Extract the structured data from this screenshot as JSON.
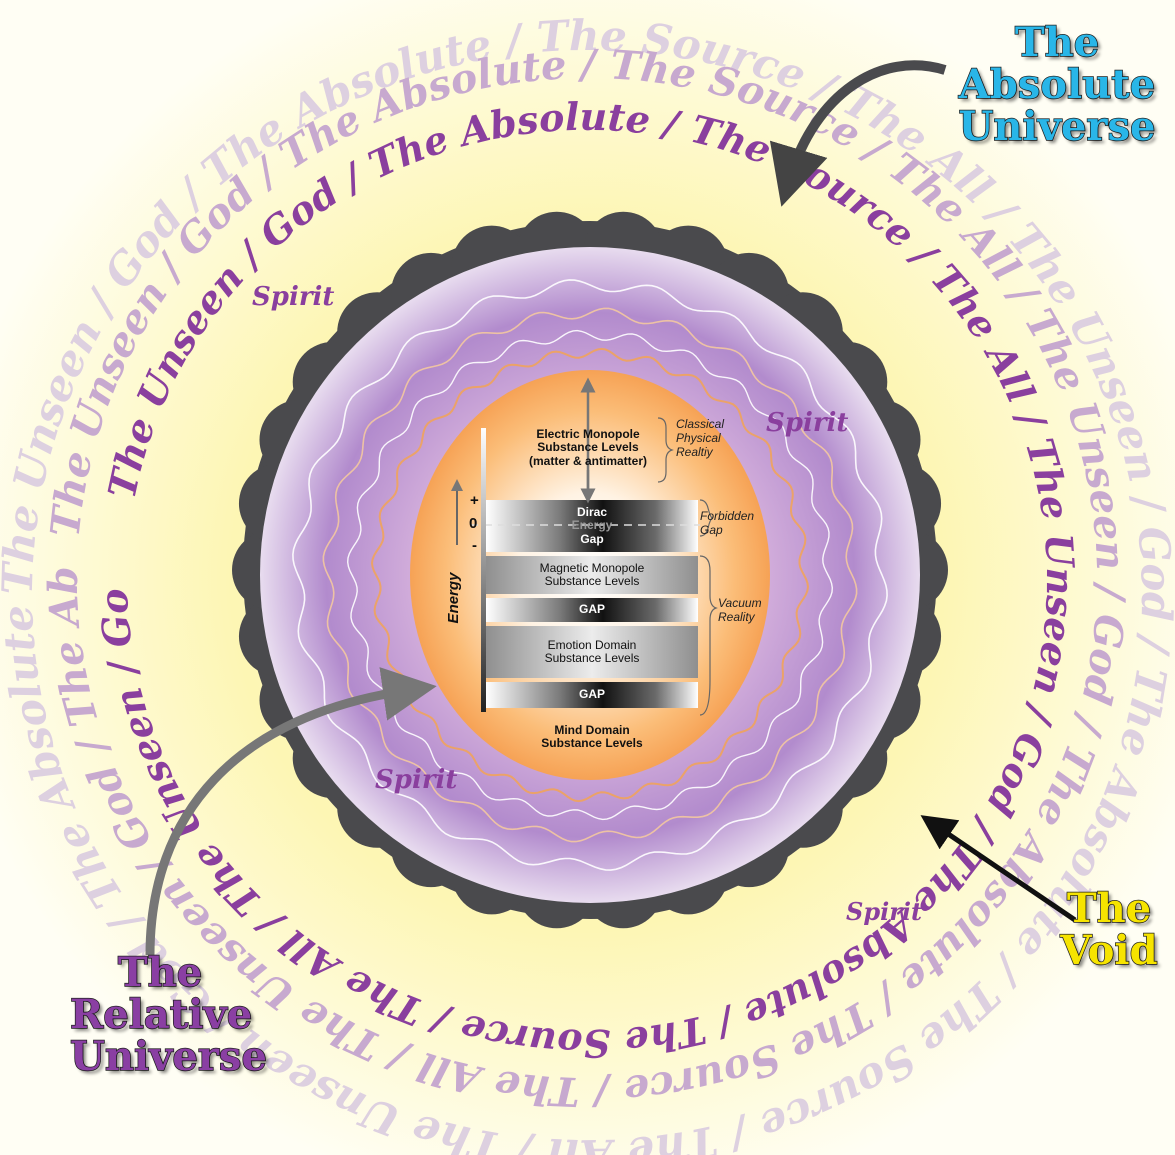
{
  "ring_text": {
    "inner": "The Unseen / God / The Absolute / The Source / The All / ",
    "middle": "The Unseen / God / The Absolute / The Source / The All / ",
    "outer": "The Unseen / God / The Absolute / The Source / The All / ",
    "color_inner": "#8a3f9e",
    "color_middle": "#c7a9cf",
    "color_outer": "#ddd0e0"
  },
  "spirit_labels": [
    "Spirit",
    "Spirit",
    "Spirit",
    "Spirit"
  ],
  "callouts": {
    "absolute": [
      "The",
      "Absolute",
      "Universe"
    ],
    "void": [
      "The",
      "Void"
    ],
    "relative": [
      "The",
      "Relative",
      "Universe"
    ]
  },
  "levels": {
    "electric": [
      "Electric Monopole",
      "Substance Levels",
      "(matter & antimatter)"
    ],
    "dirac": [
      "Dirac",
      "Energy",
      "Gap"
    ],
    "magnetic": [
      "Magnetic Monopole",
      "Substance Levels"
    ],
    "gap1": "GAP",
    "emotion": [
      "Emotion Domain",
      "Substance Levels"
    ],
    "gap2": "GAP",
    "mind": [
      "Mind Domain",
      "Substance Levels"
    ]
  },
  "side_labels": {
    "classical": [
      "Classical",
      "Physical",
      "Realtiy"
    ],
    "forbidden": [
      "Forbidden",
      "Gap"
    ],
    "vacuum": [
      "Vacuum",
      "Reality"
    ]
  },
  "axis": {
    "label": "Energy",
    "plus": "+",
    "zero": "0",
    "minus": "-"
  },
  "colors": {
    "void": "#4a4a4d",
    "core": "#f7a85a",
    "haze": "#b590cf",
    "absolute_callout": "#29b6e8",
    "void_callout": "#f6e400",
    "relative_callout": "#8a3fa3"
  }
}
